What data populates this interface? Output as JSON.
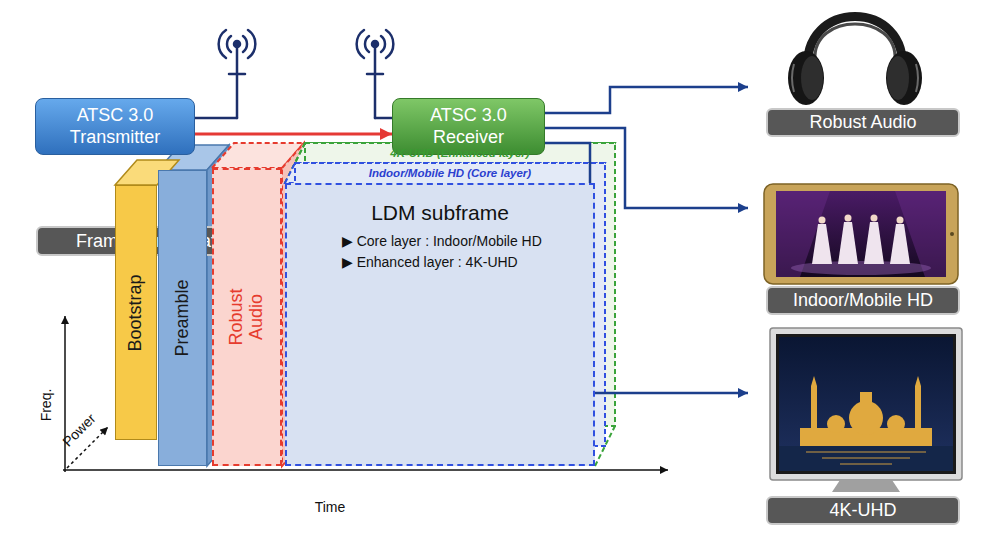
{
  "diagram": {
    "nodes": [
      {
        "text": [
          "ATSC 3.0 Transmitter"
        ]
      },
      {
        "text": [
          "ATSC 3.0 Receiver"
        ]
      },
      {
        "text": [
          "Robust Audio"
        ]
      },
      {
        "text": [
          "Indoor/Mobile HD"
        ]
      },
      {
        "text": [
          "4K-UHD"
        ]
      },
      {
        "text": [
          "Frame Configuration"
        ]
      },
      {
        "text": [
          "Bootstrap"
        ]
      },
      {
        "text": [
          "Preamble"
        ]
      },
      {
        "text": [
          "Robust Audio"
        ]
      },
      {
        "text": [
          "LDM subframe",
          "▶ Core layer : Indoor/Mobile HD",
          "▶ Enhanced layer : 4K-UHD"
        ]
      }
    ],
    "edges": [
      {
        "from": 0,
        "to": 1,
        "arrow": "to"
      },
      {
        "from": 1,
        "to": 2,
        "arrow": "to"
      },
      {
        "from": 1,
        "to": 3,
        "arrow": "to"
      },
      {
        "from": 1,
        "to": 4,
        "arrow": "to"
      }
    ],
    "labels": [
      "4K-UHD (Enhanced layer)",
      "Indoor/Mobile HD (Core layer)",
      "Freq.",
      "Power",
      "Time"
    ]
  }
}
